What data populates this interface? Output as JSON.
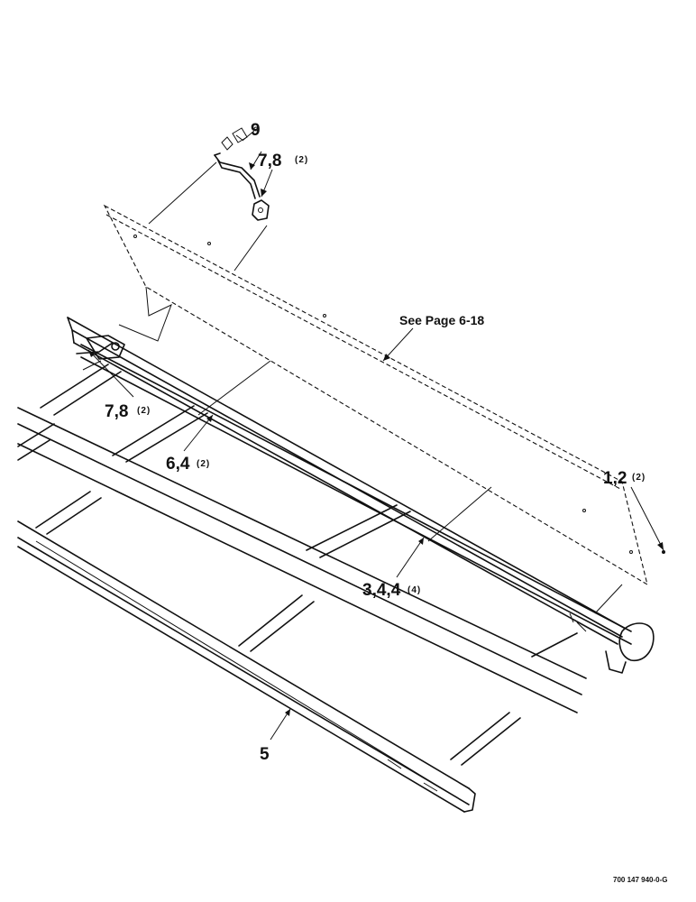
{
  "callouts": {
    "c9": "9",
    "c78_top": "7,8",
    "c78_top_qty": "(2)",
    "see_page": "See Page 6-18",
    "c78_left": "7,8",
    "c78_left_qty": "(2)",
    "c64": "6,4",
    "c64_qty": "(2)",
    "c12": "1,2",
    "c12_qty": "(2)",
    "c344": "3,4,4",
    "c344_qty": "(4)",
    "c5": "5"
  },
  "drawing_code": "700 147 940-0-G"
}
